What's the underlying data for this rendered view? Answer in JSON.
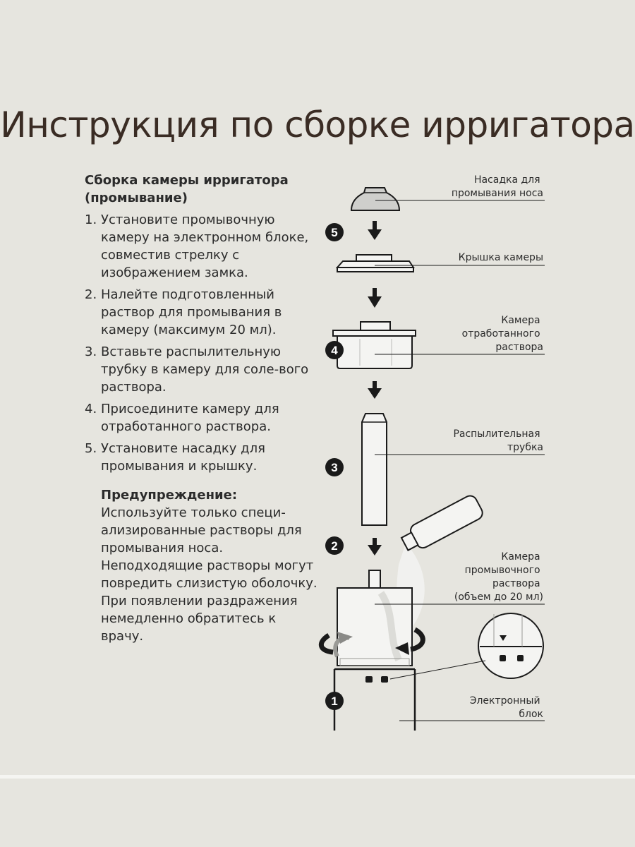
{
  "title": "Инструкция по сборке ирригатора",
  "section_title": "Сборка камеры ирригатора (промывание)",
  "steps": [
    {
      "num": "1.",
      "text": "Установите промывочную камеру на электронном блоке, совместив стрелку с изображением замка."
    },
    {
      "num": "2.",
      "text": "Налейте подготовленный раствор для промывания в камеру (максимум 20 мл)."
    },
    {
      "num": "3.",
      "text": "Вставьте распылительную трубку в камеру для соле-вого раствора."
    },
    {
      "num": "4.",
      "text": "Присоедините камеру для отработанного раствора."
    },
    {
      "num": "5.",
      "text": "Установите насадку для промывания и крышку."
    }
  ],
  "warning": {
    "title": "Предупреждение:",
    "text": "Используйте только специ-ализированные растворы для промывания носа. Неподходящие растворы могут повредить слизистую оболочку. При появлении раздражения немедленно обратитесь к врачу."
  },
  "badges": [
    "5",
    "4",
    "3",
    "2",
    "1"
  ],
  "labels": {
    "nozzle": [
      "Насадка для",
      "промывания носа"
    ],
    "lid": [
      "Крышка камеры"
    ],
    "waste": [
      "Камера",
      "отработанного",
      "раствора"
    ],
    "tube": [
      "Распылительная",
      "трубка"
    ],
    "chamber": [
      "Камера",
      "промывочного",
      "раствора",
      "(объем до 20 мл)"
    ],
    "base": [
      "Электронный",
      "блок"
    ]
  },
  "colors": {
    "background": "#e6e5df",
    "title": "#3a2c24",
    "text": "#2b2b2b",
    "line": "#1a1a1a",
    "part_fill": "#f4f4f2",
    "nozzle_fill": "#cfcfcc"
  }
}
